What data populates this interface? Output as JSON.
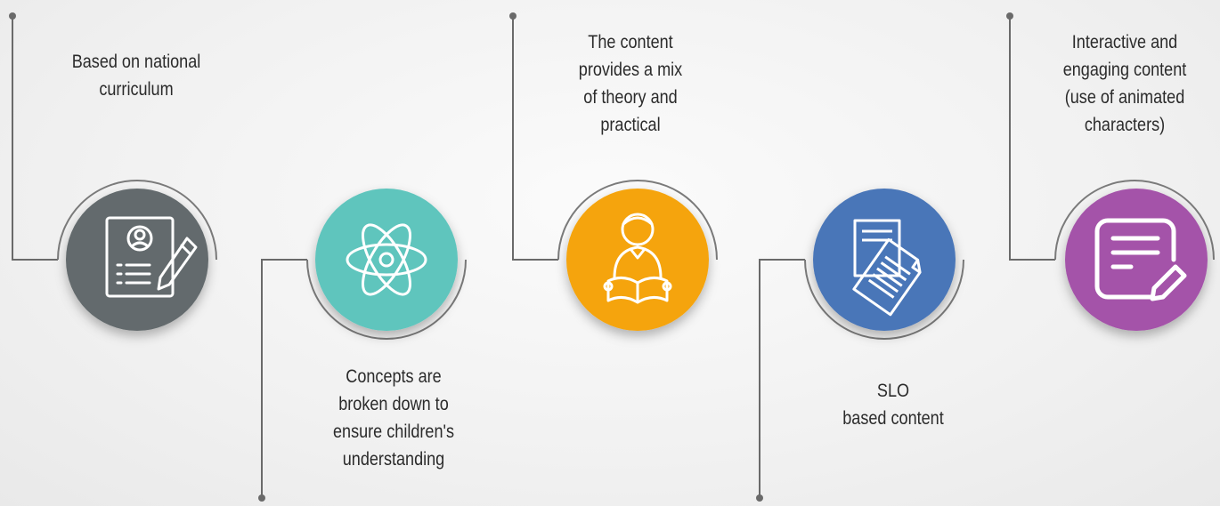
{
  "steps": [
    {
      "label": "Based  on  national\ncurriculum",
      "icon": "resume-pencil-icon",
      "color": "#636b6d"
    },
    {
      "label": "Concepts are\nbroken down to\nensure children's\nunderstanding",
      "icon": "atom-icon",
      "color": "#5ec5bd"
    },
    {
      "label": "The content\nprovides a mix\nof theory and\npractical",
      "icon": "student-reading-icon",
      "color": "#f5a40b"
    },
    {
      "label": "SLO\nbased content",
      "icon": "documents-icon",
      "color": "#4a76b8"
    },
    {
      "label": "Interactive and\nengaging content\n(use of animated\ncharacters)",
      "icon": "edit-document-icon",
      "color": "#a452a9"
    }
  ],
  "colors": {
    "line": "#6a6a6a",
    "arc": "#7a7a7a",
    "text": "#2b2b2b"
  }
}
